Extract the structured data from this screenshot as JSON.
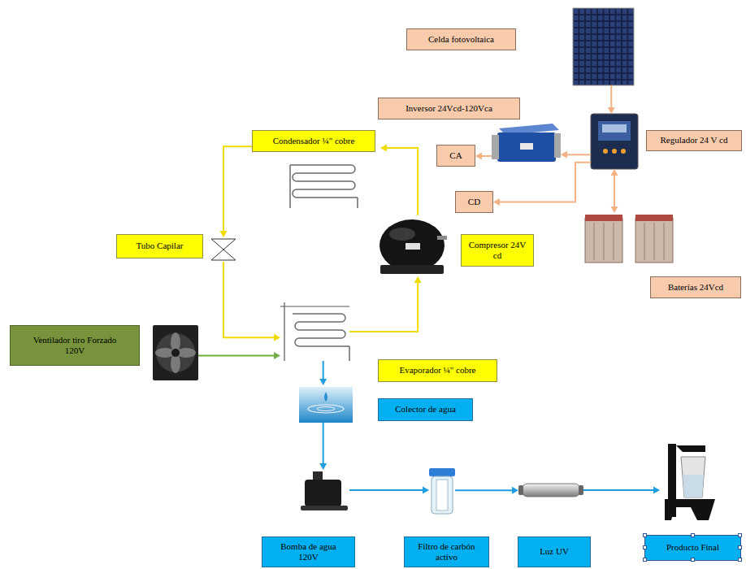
{
  "diagram": {
    "nodes": [
      {
        "text": [
          "Celda fotovoltaica"
        ]
      },
      {
        "text": [
          "Inversor 24Vcd-120Vca"
        ]
      },
      {
        "text": [
          "Regulador 24 V cd"
        ]
      },
      {
        "text": [
          "Condensador ¼\" cobre"
        ]
      },
      {
        "text": [
          "CA"
        ]
      },
      {
        "text": [
          "CD"
        ]
      },
      {
        "text": [
          "Tubo Capilar"
        ]
      },
      {
        "text": [
          "Compresor 24V cd"
        ]
      },
      {
        "text": [
          "Baterías 24Vcd"
        ]
      },
      {
        "text": [
          "Ventilador tiro Forzado 120V"
        ]
      },
      {
        "text": [
          "Evaporador ¼\" cobre"
        ]
      },
      {
        "text": [
          "Colector de agua"
        ]
      },
      {
        "text": [
          "Bomba de agua 120V"
        ]
      },
      {
        "text": [
          "Filtro de carbón activo"
        ]
      },
      {
        "text": [
          "Luz UV"
        ]
      },
      {
        "text": [
          "Producto Final"
        ]
      }
    ],
    "edges": [
      {
        "from": 0,
        "to": 2,
        "arrow": "to"
      },
      {
        "from": 2,
        "to": 1,
        "arrow": "to"
      },
      {
        "from": 1,
        "to": 4,
        "arrow": "to"
      },
      {
        "from": 2,
        "to": 5,
        "arrow": "to"
      },
      {
        "from": 2,
        "to": 8,
        "arrow": "both"
      },
      {
        "from": 7,
        "to": 3,
        "arrow": "to"
      },
      {
        "from": 3,
        "to": 6,
        "arrow": "to"
      },
      {
        "from": 6,
        "to": 10,
        "arrow": "to"
      },
      {
        "from": 10,
        "to": 7,
        "arrow": "to"
      },
      {
        "from": 9,
        "to": 10,
        "arrow": "to"
      },
      {
        "from": 10,
        "to": 11,
        "arrow": "to"
      },
      {
        "from": 11,
        "to": 12,
        "arrow": "to"
      },
      {
        "from": 12,
        "to": 13,
        "arrow": "to"
      },
      {
        "from": 13,
        "to": 14,
        "arrow": "to"
      },
      {
        "from": 14,
        "to": 15,
        "arrow": "to"
      }
    ]
  }
}
